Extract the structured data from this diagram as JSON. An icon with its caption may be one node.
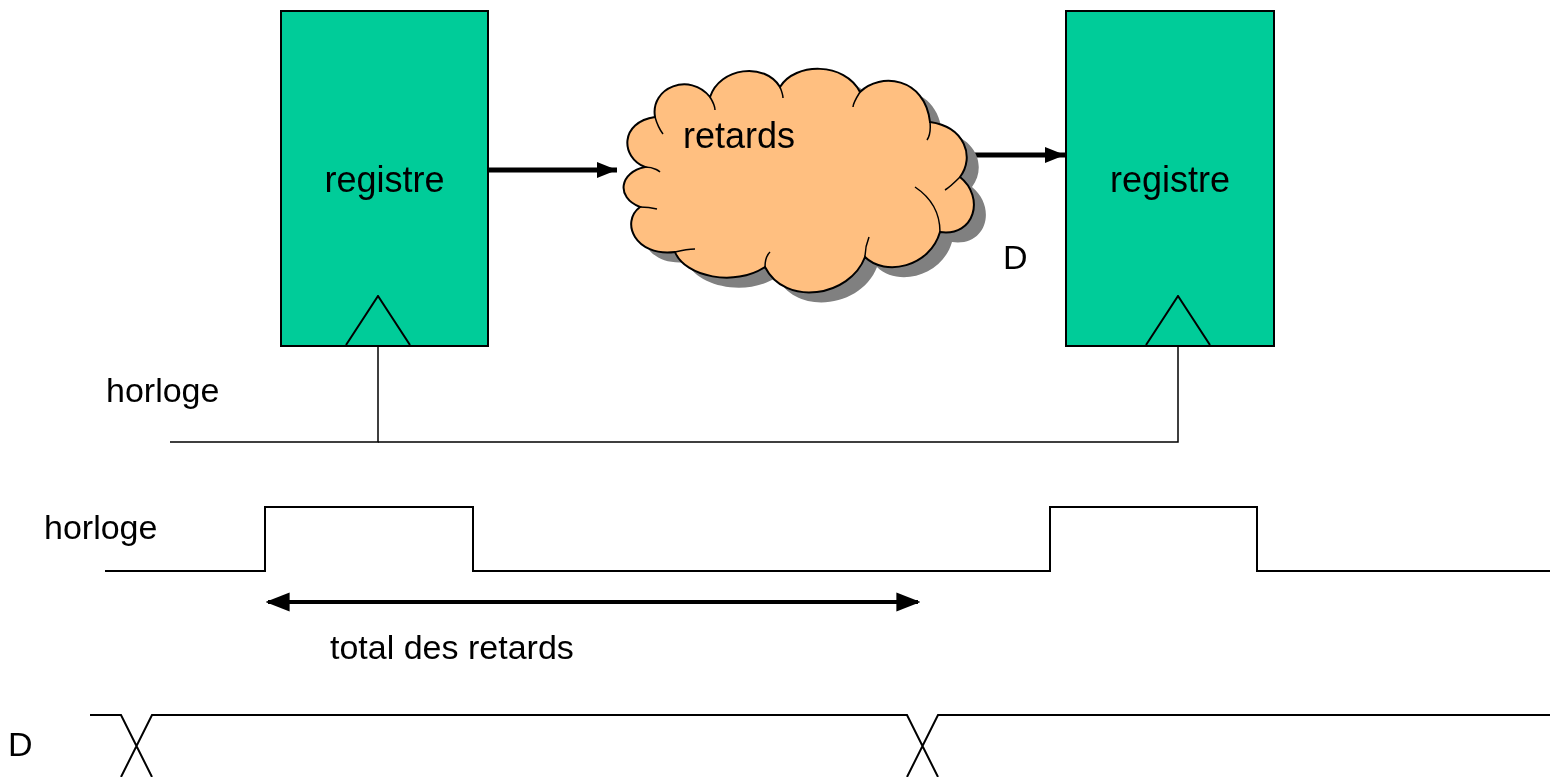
{
  "diagram": {
    "nodes": [
      {
        "text": [
          "registre"
        ]
      },
      {
        "text": [
          "retards"
        ]
      },
      {
        "text": [
          "registre"
        ]
      }
    ],
    "edges": [
      {
        "from": 0,
        "to": 1,
        "arrow": "to",
        "style": "thick"
      },
      {
        "from": 1,
        "to": 2,
        "arrow": "to",
        "style": "thick"
      },
      {
        "from": null,
        "to": 0,
        "arrow": "none"
      },
      {
        "from": null,
        "to": 2,
        "arrow": "none"
      }
    ],
    "labels": [
      "D",
      "horloge",
      "horloge",
      "total des retards",
      "D"
    ]
  }
}
